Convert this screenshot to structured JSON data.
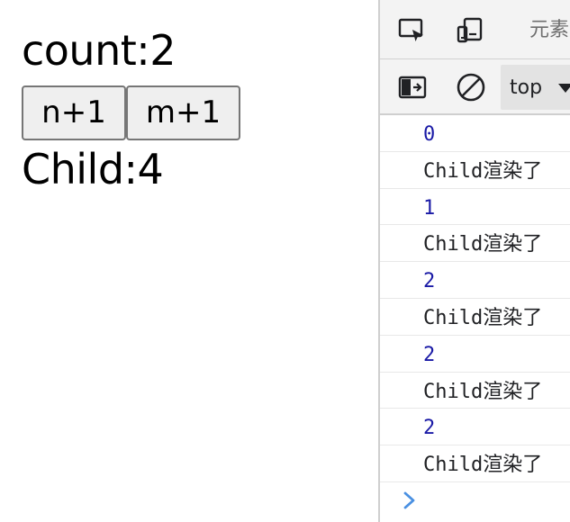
{
  "app": {
    "count_text": "count:2",
    "buttons": {
      "n_plus_one": "n+1",
      "m_plus_one": "m+1"
    },
    "child_text": "Child:4"
  },
  "devtools": {
    "tabs": {
      "elements": "元素"
    },
    "console": {
      "context": "top",
      "messages": [
        {
          "text": "0",
          "kind": "number"
        },
        {
          "text": "Child渲染了",
          "kind": "log"
        },
        {
          "text": "1",
          "kind": "number"
        },
        {
          "text": "Child渲染了",
          "kind": "log"
        },
        {
          "text": "2",
          "kind": "number"
        },
        {
          "text": "Child渲染了",
          "kind": "log"
        },
        {
          "text": "2",
          "kind": "number"
        },
        {
          "text": "Child渲染了",
          "kind": "log"
        },
        {
          "text": "2",
          "kind": "number"
        },
        {
          "text": "Child渲染了",
          "kind": "log"
        }
      ]
    },
    "icons": {
      "inspect": "inspect-element-icon",
      "device": "device-toolbar-icon",
      "sidebar": "show-console-sidebar-icon",
      "clear": "clear-console-icon",
      "dropdown": "dropdown-triangle-icon",
      "prompt": "console-prompt-chevron-icon"
    },
    "colors": {
      "number": "#1a1aa6",
      "text": "#202124",
      "toolbar": "#f3f3f3",
      "prompt": "#4a90e2"
    }
  }
}
